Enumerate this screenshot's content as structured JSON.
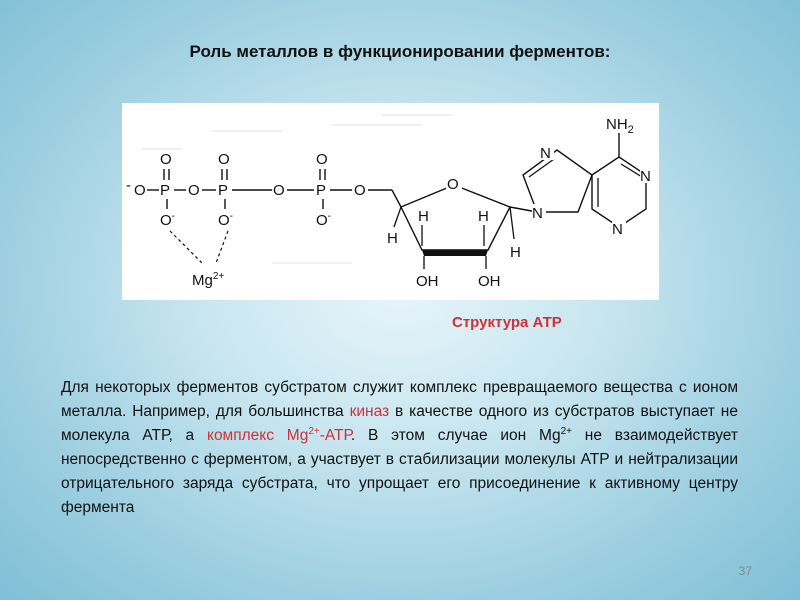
{
  "slide": {
    "title": "Роль металлов в функционировании ферментов:",
    "page_number": "37"
  },
  "figure": {
    "caption": "Структура АТР",
    "atoms": {
      "o": "O",
      "p": "P",
      "o_minus": "O-",
      "minus": "-",
      "h": "H",
      "oh": "OH",
      "n": "N",
      "nh2": "NH2",
      "mg": "Mg2+"
    }
  },
  "body": {
    "p1": "Для некоторых ферментов субстратом служит комплекс превращаемого вещества с ионом металла. Например, для большинства ",
    "kinase": "киназ",
    "p2": " в качестве одного из субстратов выступает не молекула АТР, а ",
    "complex_base": "комплекс Mg",
    "complex_sup": "2+",
    "complex_tail": "-АТР",
    "p3": ". В этом случае ион Mg",
    "mg_sup": "2+",
    "p4": " не взаимодействует непосредственно с ферментом, а участвует в стабилизации молекулы АТР и нейтрализации отрицательного заряда субстрата, что упрощает его присоединение к активному центру фермента"
  }
}
